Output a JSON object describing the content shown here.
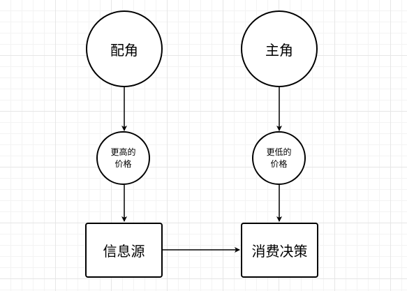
{
  "diagram": {
    "nodes": {
      "peijiao": {
        "label": "配角"
      },
      "zhujiao": {
        "label": "主角"
      },
      "higher_price": {
        "line1": "更高的",
        "line2": "价格"
      },
      "lower_price": {
        "line1": "更低的",
        "line2": "价格"
      },
      "info_source": {
        "label": "信息源"
      },
      "decision": {
        "label": "消费决策"
      }
    },
    "colors": {
      "stroke": "#000000",
      "fill": "#ffffff"
    }
  }
}
